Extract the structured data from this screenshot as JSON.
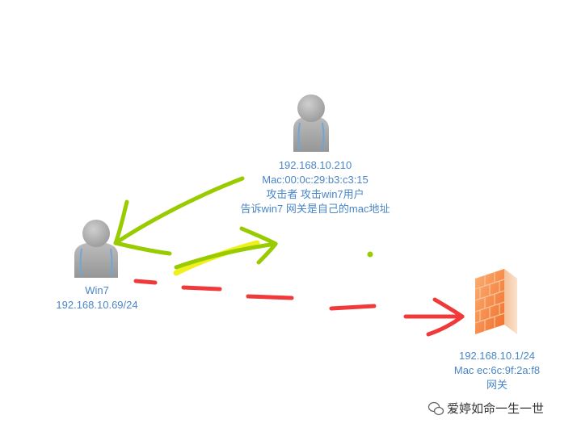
{
  "attacker": {
    "ip": "192.168.10.210",
    "mac": "Mac:00:0c:29:b3:c3:15",
    "role": "攻击者 攻击win7用户",
    "note": "告诉win7 网关是自己的mac地址"
  },
  "victim": {
    "name": "Win7",
    "ip": "192.168.10.69/24"
  },
  "gateway": {
    "ip": "192.168.10.1/24",
    "mac": "Mac ec:6c:9f:2a:f8",
    "name": "网关"
  },
  "watermark": {
    "icon": "wechat-icon",
    "text": "爱婷如命一生一世"
  },
  "colors": {
    "label_text": "#4a86c5",
    "green_arrow": "#99cc00",
    "yellow_highlight": "#f0f01e",
    "red_dash": "#f03a3a",
    "firewall": "#f07a30",
    "user_icon": "#a8a8a8"
  }
}
